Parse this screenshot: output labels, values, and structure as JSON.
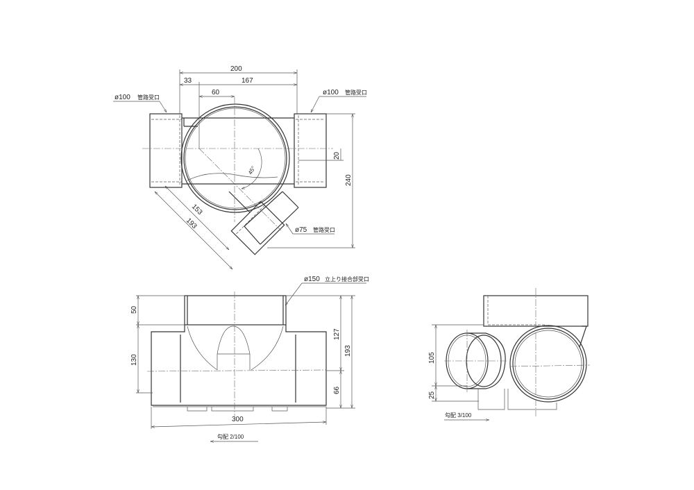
{
  "top_view": {
    "dim_200": "200",
    "dim_33": "33",
    "dim_167": "167",
    "dim_60": "60",
    "dim_20": "20",
    "dim_240": "240",
    "dim_153": "153",
    "dim_193": "193",
    "angle": "45°",
    "left_inlet": {
      "dia": "ø100",
      "label": "管路受口"
    },
    "right_inlet": {
      "dia": "ø100",
      "label": "管路受口"
    },
    "branch_inlet": {
      "dia": "ø75",
      "label": "管路受口"
    }
  },
  "front_view": {
    "dim_50": "50",
    "dim_130": "130",
    "dim_127": "127",
    "dim_193": "193",
    "dim_66": "66",
    "dim_300": "300",
    "riser_inlet": {
      "dia": "ø150",
      "label": "立上り接合部受口"
    },
    "slope": "勾配 2/100"
  },
  "side_view": {
    "dim_105": "105",
    "dim_25": "25",
    "slope": "勾配 3/100"
  }
}
